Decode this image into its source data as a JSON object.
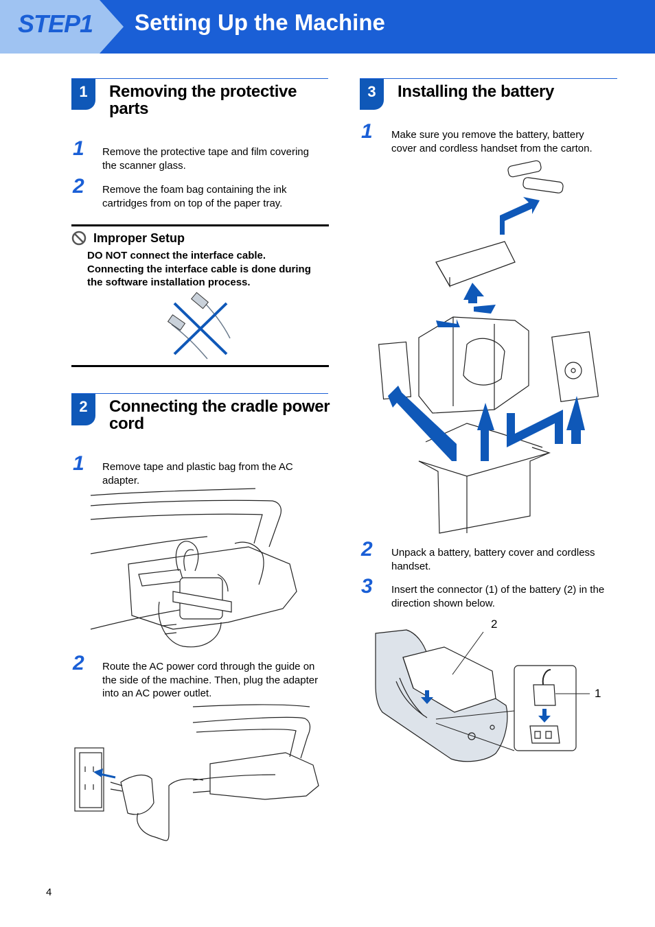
{
  "header": {
    "step_label": "STEP1",
    "title": "Setting Up the Machine"
  },
  "sections": {
    "s1": {
      "number": "1",
      "title_line1": "Removing the protective",
      "title_line2": "parts",
      "steps": [
        {
          "num": "1",
          "line1": "Remove the protective tape and film covering",
          "line2": "the scanner glass."
        },
        {
          "num": "2",
          "line1": "Remove the foam bag containing the ink",
          "line2": "cartridges from on top of the paper tray."
        }
      ]
    },
    "warning": {
      "icon": "prohibited-icon",
      "title": "Improper Setup",
      "line1": "DO NOT connect the interface cable.",
      "line2": "Connecting the interface cable is done during",
      "line3": "the software installation process."
    },
    "s2": {
      "number": "2",
      "title_line1": "Connecting the cradle power",
      "title_line2": "cord",
      "steps": [
        {
          "num": "1",
          "line1": "Remove tape and plastic bag from the AC",
          "line2": "adapter."
        },
        {
          "num": "2",
          "line1": "Route the AC power cord through the guide on",
          "line2": "the side of the machine. Then, plug the adapter",
          "line3": "into an AC power outlet."
        }
      ]
    },
    "s3": {
      "number": "3",
      "title": "Installing the battery",
      "steps": [
        {
          "num": "1",
          "line1": "Make sure you remove the battery, battery",
          "line2": "cover and cordless handset from the carton."
        },
        {
          "num": "2",
          "line1": "Unpack a battery, battery cover and cordless",
          "line2": "handset."
        },
        {
          "num": "3",
          "line1": "Insert the connector (1) of the battery (2) in the",
          "line2": "direction shown below."
        }
      ]
    }
  },
  "callouts": {
    "connector": "1",
    "battery": "2"
  },
  "footer": {
    "page_number": "4"
  },
  "colors": {
    "brand_blue": "#1a5fd6",
    "dark_blue": "#0f58b8"
  }
}
